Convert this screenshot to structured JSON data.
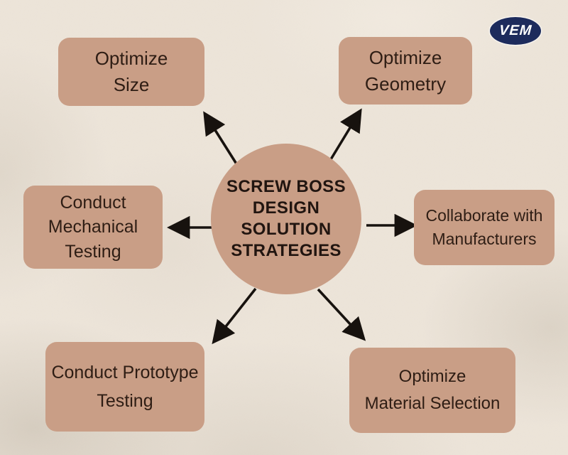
{
  "diagram": {
    "title_lines": [
      "SCREW BOSS",
      "DESIGN",
      "SOLUTION",
      "STRATEGIES"
    ],
    "nodes": [
      {
        "id": "optimize-size",
        "lines": [
          "Optimize",
          "Size"
        ]
      },
      {
        "id": "optimize-geometry",
        "lines": [
          "Optimize",
          "Geometry"
        ]
      },
      {
        "id": "conduct-mechanical-testing",
        "lines": [
          "Conduct",
          "Mechanical",
          "Testing"
        ]
      },
      {
        "id": "collaborate-with-manufacturers",
        "lines": [
          "Collaborate with",
          "Manufacturers"
        ]
      },
      {
        "id": "conduct-prototype-testing",
        "lines": [
          "Conduct Prototype",
          "Testing"
        ]
      },
      {
        "id": "optimize-material-selection",
        "lines": [
          "Optimize",
          "Material Selection"
        ]
      }
    ]
  },
  "logo": {
    "text": "VEM",
    "background": "#1d2b5c",
    "foreground": "#ffffff"
  },
  "colors": {
    "page_background": "#ece4d9",
    "node_fill": "#c99e86",
    "node_text": "#2e1d14",
    "center_fill": "#c99e86",
    "center_text": "#211510",
    "arrow": "#17120e"
  }
}
